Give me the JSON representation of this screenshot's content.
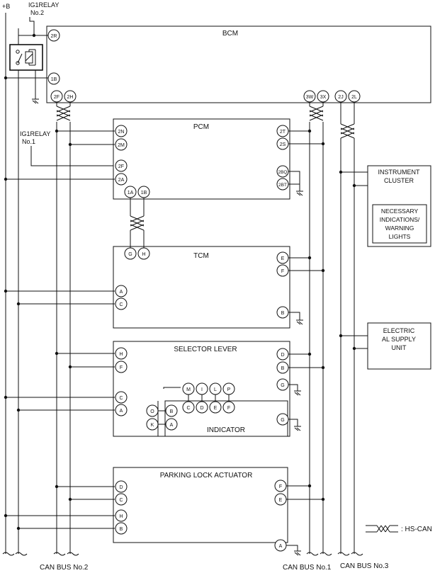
{
  "supply": {
    "plus_b": "+B",
    "relay2": [
      "IG1RELAY",
      "No.2"
    ],
    "relay1": [
      "IG1RELAY",
      "No.1"
    ]
  },
  "modules": {
    "bcm": "BCM",
    "pcm": "PCM",
    "tcm": "TCM",
    "selector": "SELECTOR LEVER",
    "indicator": "INDICATOR",
    "parking": "PARKING LOCK ACTUATOR",
    "cluster": [
      "INSTRUMENT",
      "CLUSTER"
    ],
    "necessary": [
      "NECESSARY",
      "INDICATIONS/",
      "WARNING",
      "LIGHTS"
    ],
    "eps": [
      "ELECTRIC",
      "AL SUPPLY",
      "UNIT"
    ]
  },
  "pins": {
    "bcm": {
      "r2": "2R",
      "b1": "1B",
      "f2": "2F",
      "h2": "2H",
      "w3": "3W",
      "x3": "3X",
      "j2": "2J",
      "l2": "2L"
    },
    "pcm": {
      "n2": "2N",
      "m2": "2M",
      "f2": "2F",
      "a2": "2A",
      "a1": "1A",
      "b1": "1B",
      "t2": "2T",
      "s2": "2S",
      "bq2": "2BQ",
      "bt2": "2BT"
    },
    "tcm": {
      "g": "G",
      "h": "H",
      "e": "E",
      "f": "F",
      "a": "A",
      "c": "C",
      "b": "B"
    },
    "selector": {
      "h": "H",
      "f": "F",
      "c": "C",
      "a": "A",
      "d": "D",
      "b": "B",
      "g": "G",
      "o": "O",
      "k": "K"
    },
    "indicator": {
      "m": "M",
      "i": "I",
      "l": "L",
      "p": "P",
      "c": "C",
      "d": "D",
      "e": "E",
      "f": "F",
      "b": "B",
      "a": "A",
      "g": "G"
    },
    "parking": {
      "d": "D",
      "c": "C",
      "h": "H",
      "b": "B",
      "f": "F",
      "e": "E",
      "a": "A"
    }
  },
  "buses": {
    "bus2": "CAN BUS No.2",
    "bus1": "CAN BUS No.1",
    "bus3": "CAN BUS No.3"
  },
  "legend": ": HS-CAN"
}
